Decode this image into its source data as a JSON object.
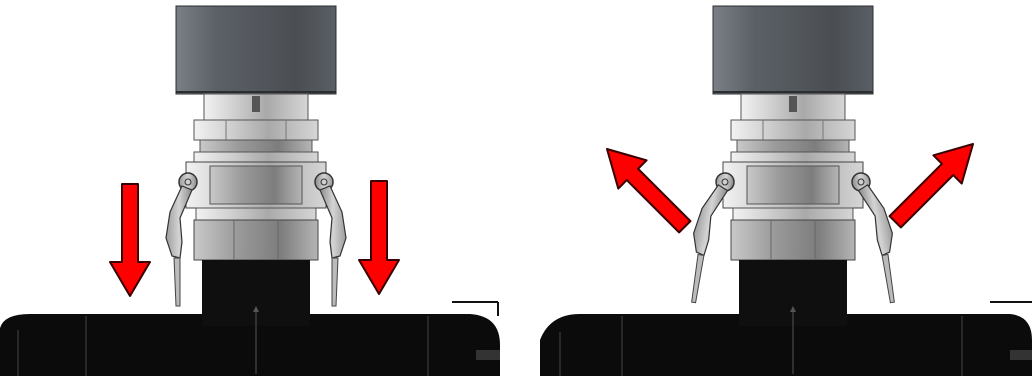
{
  "figure": {
    "panels": [
      {
        "id": "lock",
        "arrow_direction": "down",
        "lever_state": "closed"
      },
      {
        "id": "unlock",
        "arrow_direction": "up-outward",
        "lever_state": "open"
      }
    ],
    "colors": {
      "arrow_fill": "#ff0000",
      "arrow_stroke": "#3a0000",
      "tank_body": "#0b0b0b",
      "motor_housing": "#5f646a",
      "coupling_light": "#d9d9d9",
      "coupling_mid": "#a8a8a8",
      "coupling_dark": "#6b6b6b"
    }
  }
}
